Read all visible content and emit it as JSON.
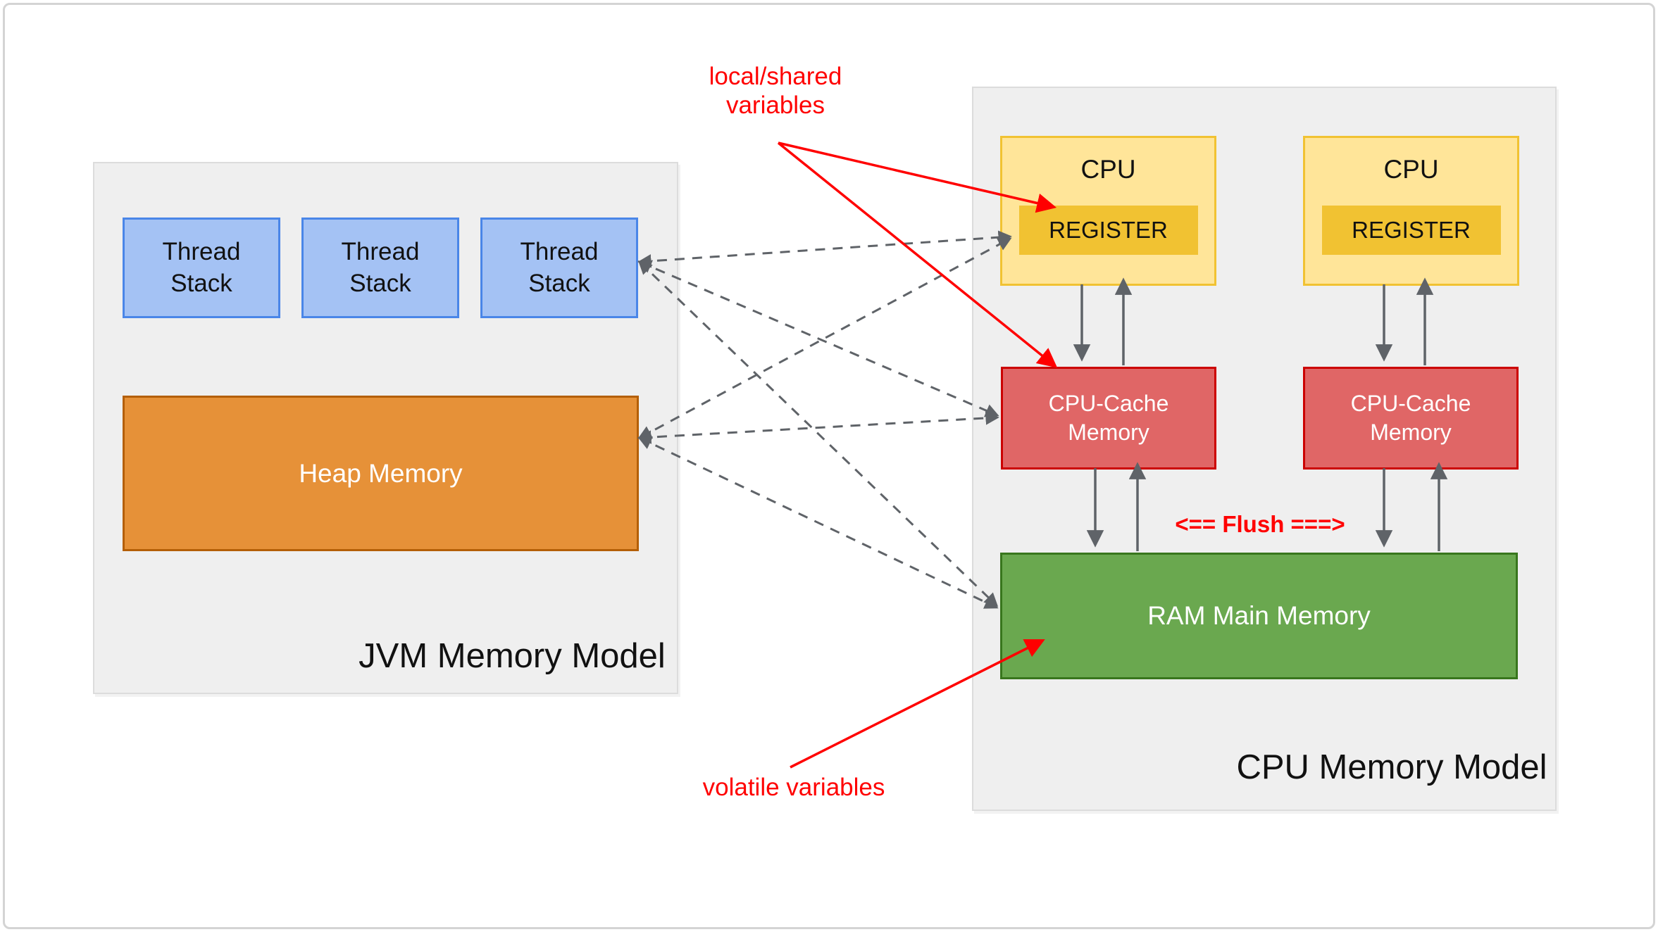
{
  "jvm_model": {
    "title": "JVM Memory Model",
    "thread_stacks": [
      {
        "label": "Thread\nStack"
      },
      {
        "label": "Thread\nStack"
      },
      {
        "label": "Thread\nStack"
      }
    ],
    "heap": {
      "label": "Heap Memory"
    }
  },
  "cpu_model": {
    "title": "CPU Memory Model",
    "cpus": [
      {
        "label": "CPU",
        "register": "REGISTER"
      },
      {
        "label": "CPU",
        "register": "REGISTER"
      }
    ],
    "caches": [
      {
        "label": "CPU-Cache\nMemory"
      },
      {
        "label": "CPU-Cache\nMemory"
      }
    ],
    "ram": {
      "label": "RAM Main Memory"
    },
    "flush": {
      "label": "<== Flush ===>"
    }
  },
  "annotations": {
    "local_shared": {
      "label": "local/shared\nvariables"
    },
    "volatile": {
      "label": "volatile variables"
    }
  },
  "colors": {
    "panel-fill": "#efefef",
    "panel-border": "#dcdcdc",
    "blue-fill": "#a4c2f4",
    "blue-border": "#4a86e8",
    "orange-fill": "#e69138",
    "orange-border": "#b45f06",
    "yellow-fill": "#ffe599",
    "yellow-border": "#f1c232",
    "gold-fill": "#f1c232",
    "redbox-fill": "#e06666",
    "redbox-border": "#cc0000",
    "green-fill": "#6aa84f",
    "green-border": "#38761d",
    "arrow-gray": "#5f6368",
    "annotation-red": "#ff0000"
  }
}
